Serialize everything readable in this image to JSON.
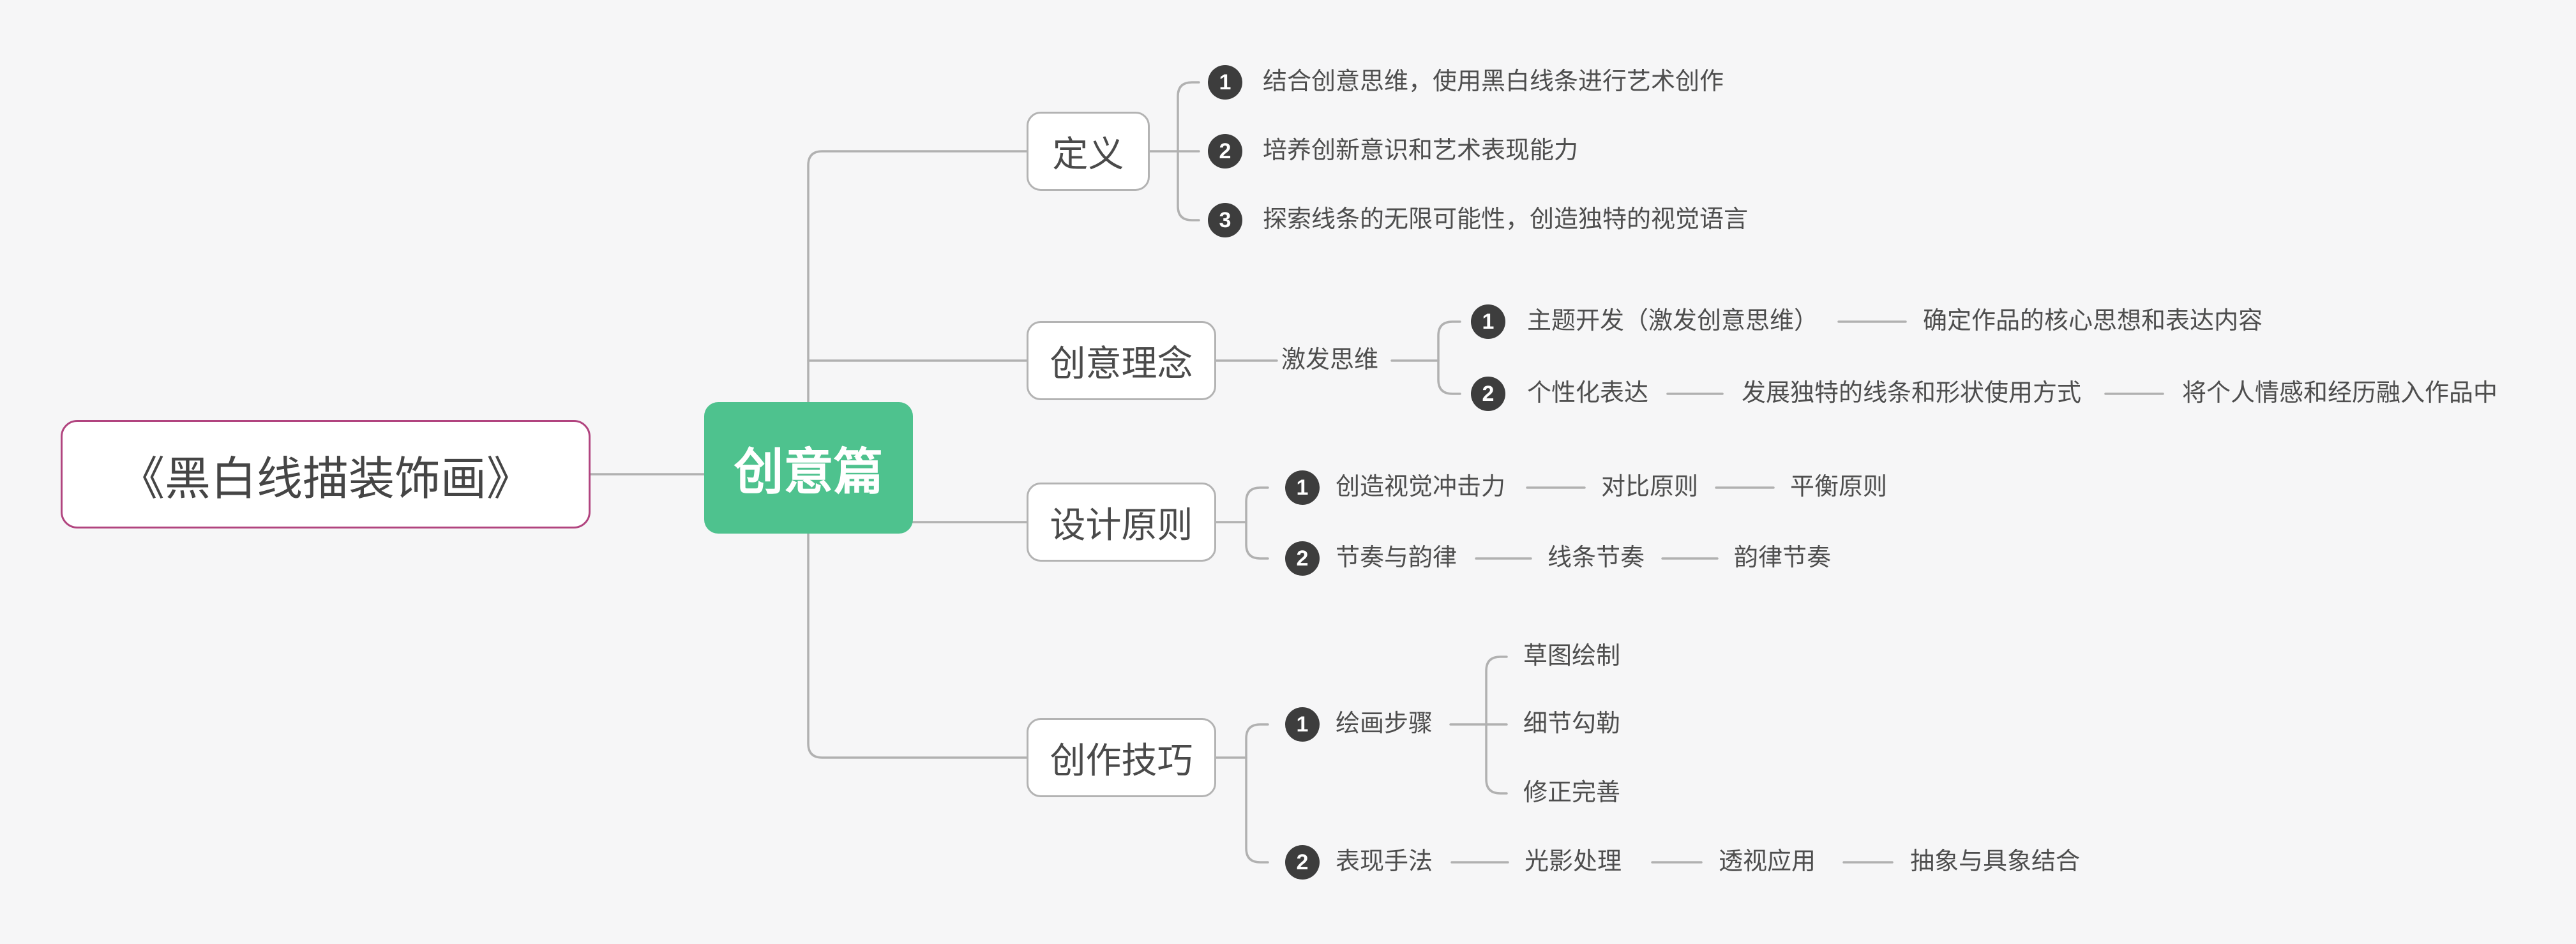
{
  "palette": {
    "background": "#f6f6f7",
    "root_border": "#b1447f",
    "center_fill": "#4ec28e",
    "connector": "#b1b1b1",
    "badge_fill": "#3d3d3d",
    "text": "#4e4e4e"
  },
  "map": {
    "root": {
      "label": "《黑白线描装饰画》"
    },
    "center": {
      "label": "创意篇"
    },
    "branches": [
      {
        "label": "定义",
        "points": [
          {
            "num": "1",
            "text": "结合创意思维，使用黑白线条进行艺术创作"
          },
          {
            "num": "2",
            "text": "培养创新意识和艺术表现能力"
          },
          {
            "num": "3",
            "text": "探索线条的无限可能性，创造独特的视觉语言"
          }
        ]
      },
      {
        "label": "创意理念",
        "bridge": "激发思维",
        "points": [
          {
            "num": "1",
            "text": "主题开发（激发创意思维）",
            "chain": [
              "确定作品的核心思想和表达内容"
            ]
          },
          {
            "num": "2",
            "text": "个性化表达",
            "chain": [
              "发展独特的线条和形状使用方式",
              "将个人情感和经历融入作品中"
            ]
          }
        ]
      },
      {
        "label": "设计原则",
        "points": [
          {
            "num": "1",
            "text": "创造视觉冲击力",
            "chain": [
              "对比原则",
              "平衡原则"
            ]
          },
          {
            "num": "2",
            "text": "节奏与韵律",
            "chain": [
              "线条节奏",
              "韵律节奏"
            ]
          }
        ]
      },
      {
        "label": "创作技巧",
        "points": [
          {
            "num": "1",
            "text": "绘画步骤",
            "sub": [
              "草图绘制",
              "细节勾勒",
              "修正完善"
            ]
          },
          {
            "num": "2",
            "text": "表现手法",
            "chain": [
              "光影处理",
              "透视应用",
              "抽象与具象结合"
            ]
          }
        ]
      }
    ]
  }
}
